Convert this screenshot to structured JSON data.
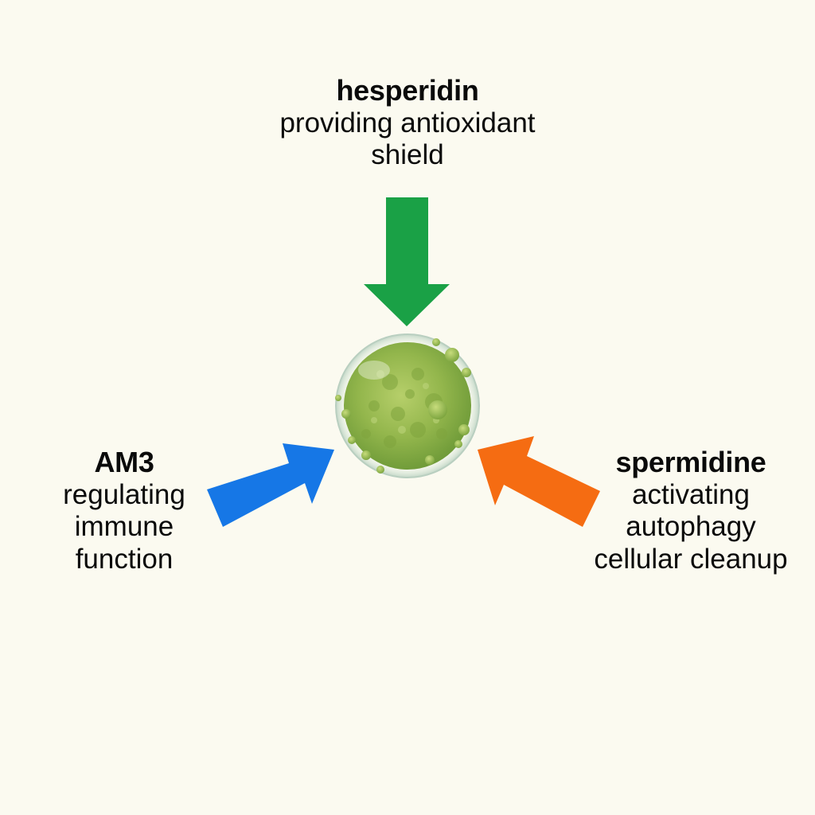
{
  "center": {
    "icon": "cell-icon"
  },
  "nodes": {
    "top": {
      "name": "hesperidin",
      "desc_line1": "providing antioxidant",
      "desc_line2": "shield",
      "color": "#1aa146"
    },
    "left": {
      "name": "AM3",
      "desc_line1": "regulating",
      "desc_line2": "immune",
      "desc_line3": "function",
      "color": "#1677e6"
    },
    "right": {
      "name": "spermidine",
      "desc_line1": "activating",
      "desc_line2": "autophagy",
      "desc_line3": "cellular cleanup",
      "color": "#f56c12"
    }
  },
  "colors": {
    "background": "#fbfaf0",
    "cell_fill": "#8cb14a",
    "cell_membrane": "#dbe8d8"
  }
}
